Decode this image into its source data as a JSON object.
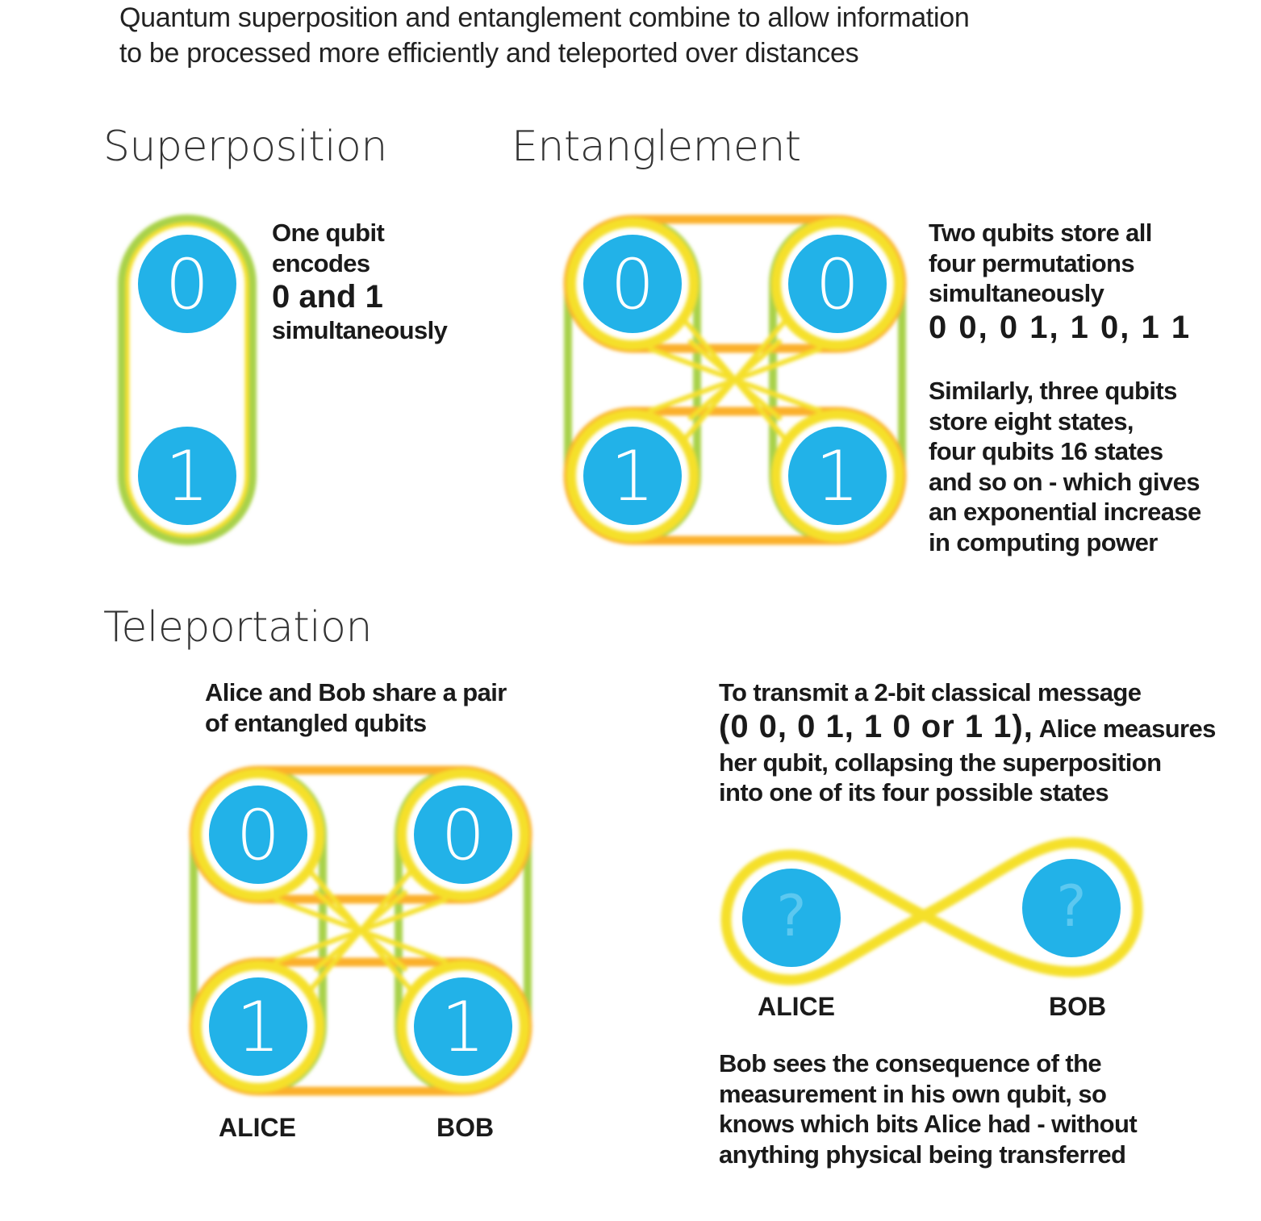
{
  "intro": [
    "Quantum superposition and entanglement combine to allow information",
    "to be processed more efficiently and teleported over distances"
  ],
  "superposition": {
    "heading": "Superposition",
    "qubits": [
      "0",
      "1"
    ],
    "text": [
      "One qubit",
      "encodes",
      "0 and 1",
      "simultaneously"
    ]
  },
  "entanglement": {
    "heading": "Entanglement",
    "qubits": [
      "0",
      "0",
      "1",
      "1"
    ],
    "text": [
      "Two qubits store all",
      "four  permutations",
      "simultaneously",
      "0 0, 0 1, 1 0, 1 1"
    ],
    "text2": [
      "Similarly, three qubits",
      "store eight states,",
      "four qubits 16 states",
      "and so on - which gives",
      "an exponential increase",
      "in computing power"
    ]
  },
  "teleportation": {
    "heading": "Teleportation",
    "text": [
      "Alice and Bob share a pair",
      "of entangled qubits"
    ],
    "qubits": [
      "0",
      "0",
      "1",
      "1"
    ],
    "alice": "ALICE",
    "bob": "BOB",
    "measure_line1": "To transmit a 2-bit classical message",
    "measure_big": "(0 0, 0 1, 1 0 or 1 1),",
    "measure_line2_rest": " Alice measures",
    "measure_lines": [
      "her qubit, collapsing the superposition",
      "into one of its four possible states"
    ],
    "unknown": "?",
    "alice2": "ALICE",
    "bob2": "BOB",
    "result": [
      "Bob sees the consequence of the",
      "measurement in his own qubit, so",
      "knows which bits Alice had - without",
      "anything physical being transferred"
    ]
  },
  "colors": {
    "qubit": "#22b2e8",
    "green": "#a8d24a",
    "yellow": "#f5e02c",
    "orange": "#fbb02a"
  }
}
